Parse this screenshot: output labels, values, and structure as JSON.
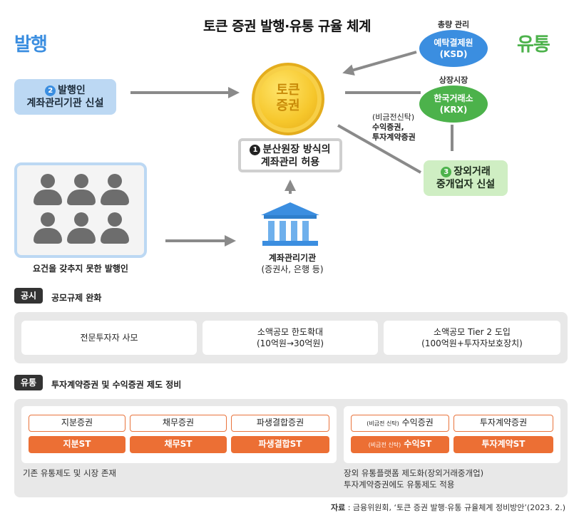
{
  "title": "토큰 증권 발행·유통 규율 체계",
  "side_labels": {
    "issue": "발행",
    "distribution": "유통"
  },
  "issuer_box": {
    "num": "2",
    "line1": "발행인",
    "line2": "계좌관리기관 신설"
  },
  "token": {
    "line1": "토큰",
    "line2": "증권"
  },
  "permission_box": {
    "num": "1",
    "line1": "분산원장 방식의",
    "line2": "계좌관리 허용"
  },
  "ksd": {
    "caption": "총량 관리",
    "line1": "예탁결제원",
    "line2": "(KSD)"
  },
  "krx": {
    "caption": "상장시장",
    "line1": "한국거래소",
    "line2": "(KRX)"
  },
  "otc_securities": {
    "line1": "(비금전신탁)",
    "line2": "수익증권,",
    "line3": "투자계약증권"
  },
  "otc_box": {
    "num": "3",
    "line1": "장외거래",
    "line2": "중개업자 신설"
  },
  "people_caption": "요건을 갖추지 못한 발행인",
  "bank": {
    "line1": "계좌관리기관",
    "line2": "(증권사, 은행 등)"
  },
  "public_section": {
    "tag": "공시",
    "heading": "공모규제 완화",
    "cards": [
      {
        "line1": "전문투자자 사모",
        "line2": ""
      },
      {
        "line1": "소액공모 한도확대",
        "line2": "(10억원→30억원)"
      },
      {
        "line1": "소액공모 Tier 2 도입",
        "line2": "(100억원+투자자보호장치)"
      }
    ]
  },
  "dist_section": {
    "tag": "유통",
    "heading": "투자계약증권 및 수익증권 제도 정비",
    "left": {
      "outline": [
        "지분증권",
        "채무증권",
        "파생결합증권"
      ],
      "fill": [
        "지분ST",
        "채무ST",
        "파생결합ST"
      ],
      "caption": "기존 유통제도 및 시장 존재"
    },
    "right": {
      "outline_prefix": "(비금전 신탁)",
      "outline": [
        "수익증권",
        "투자계약증권"
      ],
      "fill_prefix": "(비금전 신탁)",
      "fill": [
        "수익ST",
        "투자계약ST"
      ],
      "caption1": "장외 유통플랫폼 제도화(장외거래중개업)",
      "caption2": "투자계약증권에도 유통제도 적용"
    }
  },
  "source": {
    "label": "자료",
    "text": " : 금융위원회, ‘토큰 증권 발행·유통 규율체계 정비방안’(2023. 2.)"
  },
  "colors": {
    "blue": "#3b8ee0",
    "green": "#4cb24b",
    "orange": "#ec6f34",
    "gold": "#f6c72c"
  }
}
